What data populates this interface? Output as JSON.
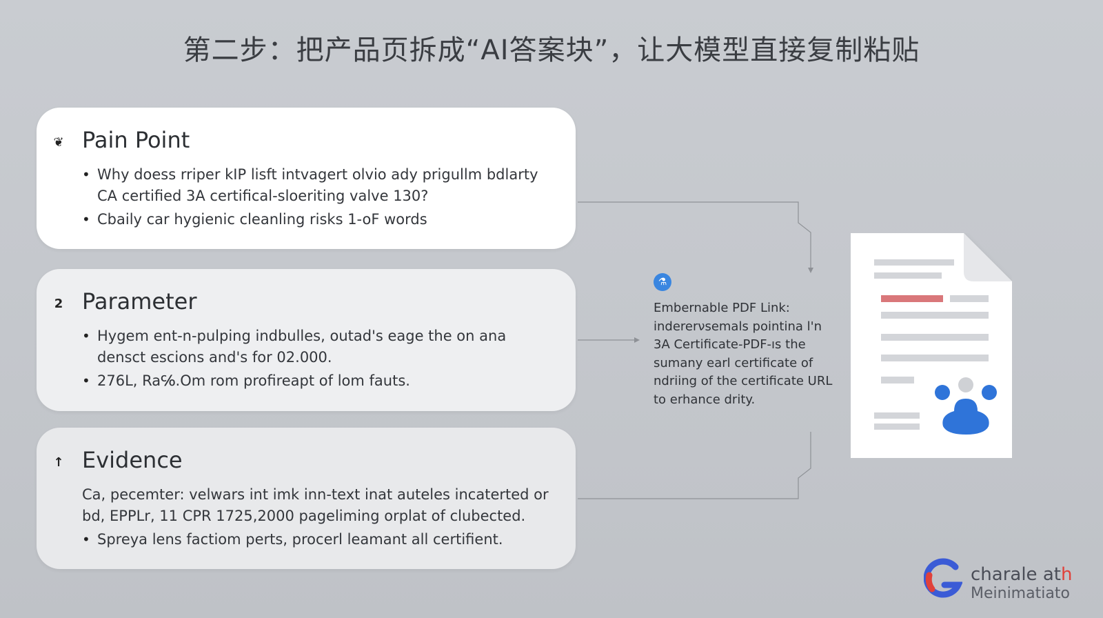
{
  "title": "第二步：把产品页拆成“AI答案块”，让大模型直接复制粘贴",
  "cards": [
    {
      "marker": "❦",
      "heading": "Pain Point",
      "bullets": [
        {
          "text": "Why doess rriper kIP lisft intvagert olvio ady prigullm bdlarty CA certified 3A certifical-sloeriting valve 130?",
          "bullet": true
        },
        {
          "text": "Cbaily car hygienic cleanling risks 1-oF words",
          "bullet": true
        }
      ]
    },
    {
      "marker": "2",
      "heading": "Parameter",
      "bullets": [
        {
          "text": "Hygem ent-n-pulping indbulles, outad's eage the on ana densct escions and's for 02.000.",
          "bullet": true
        },
        {
          "text": "276L, Ra℅.Om rom profireapt of lom fauts.",
          "bullet": true
        }
      ]
    },
    {
      "marker": "↑",
      "heading": "Evidence",
      "bullets": [
        {
          "text": "Ca, pecemter: velwars int imk inn-text inat auteles incaterted or bd, EPPLr, 11 CPR 1725,2000 pageliming orplat of clubected.",
          "bullet": false
        },
        {
          "text": "Spreya lens factiom perts, procerl leamant all certifient.",
          "bullet": true
        }
      ]
    }
  ],
  "note": {
    "icon": "flask-icon",
    "lines": [
      "Embernable PDF Link:",
      "indererνsemals pointina l'n",
      "3A Certificate-PDF-ıs the",
      "sumany earl certificate of",
      "ndriing of the certificate URL",
      "to erhance drity."
    ]
  },
  "logo": {
    "line1_main": "charale at",
    "line1_accent": "h",
    "line2": "Meinimatiato"
  },
  "colors": {
    "background": "#c6c9ce",
    "doc_accent_red": "#d9777a",
    "doc_accent_blue": "#2f74d9",
    "logo_red": "#e0413a",
    "logo_blue": "#3b5bd6"
  }
}
